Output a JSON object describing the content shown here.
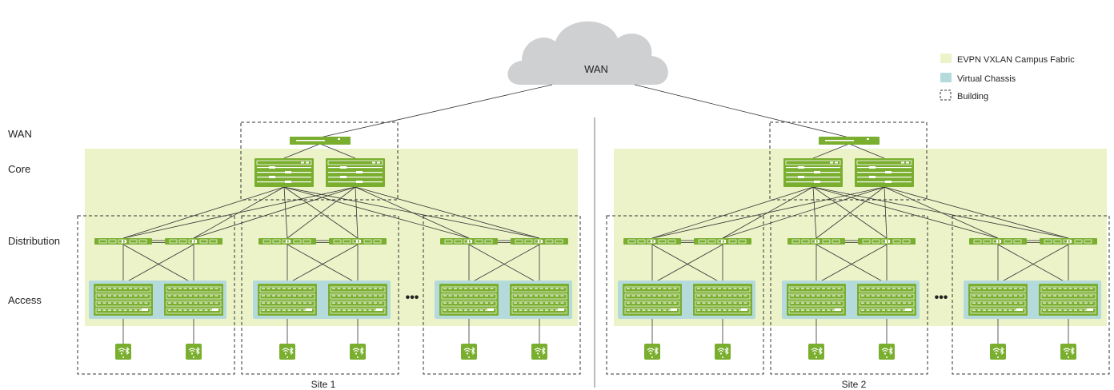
{
  "cloud": {
    "label": "WAN",
    "color": "#cfd0d1"
  },
  "tiers": {
    "wan": "WAN",
    "core": "Core",
    "distribution": "Distribution",
    "access": "Access"
  },
  "legend": {
    "items": [
      {
        "label": "EVPN VXLAN Campus Fabric",
        "kind": "fabric-swatch",
        "color": "#ecf3c9"
      },
      {
        "label": "Virtual Chassis",
        "kind": "vc-swatch",
        "color": "#b4dadb"
      },
      {
        "label": "Building",
        "kind": "dashed-box",
        "color": "#333333"
      }
    ]
  },
  "sites": [
    {
      "label": "Site 1",
      "buildings": 3,
      "ellipsis": "•••"
    },
    {
      "label": "Site 2",
      "buildings": 3,
      "ellipsis": "•••"
    }
  ],
  "colors": {
    "device_green": "#7aae2f",
    "device_green_dark": "#5e8f1f",
    "fabric": "#ecf3c9",
    "virtual_chassis": "#b4dadb",
    "line": "#333333"
  },
  "icons": {
    "router": "wan-router-icon",
    "core_switch": "core-switch-icon",
    "distribution_switch": "distribution-switch-icon",
    "access_switch": "access-switch-icon",
    "access_point": "wifi-bluetooth-ap-icon"
  }
}
